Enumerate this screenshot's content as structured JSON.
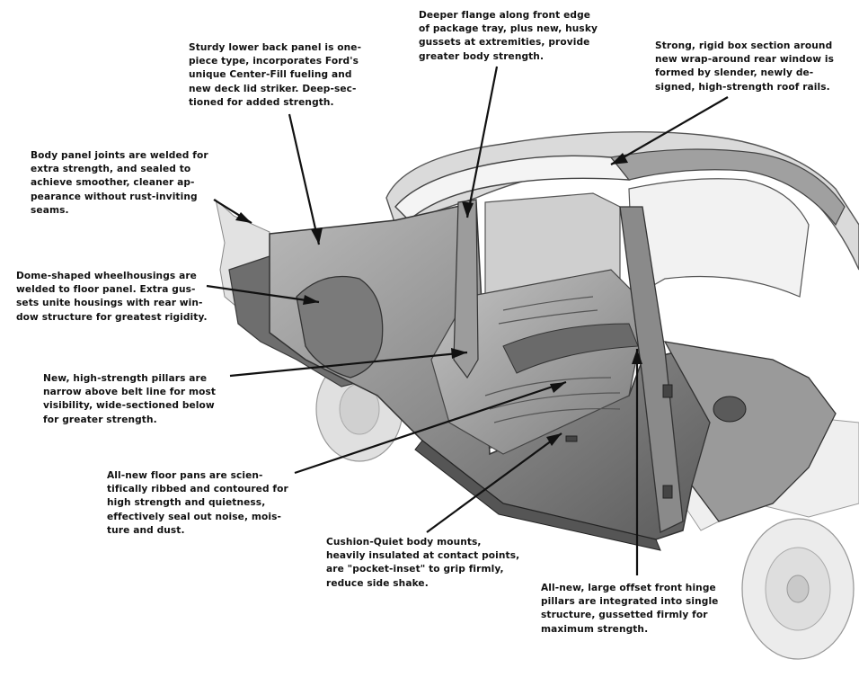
{
  "callouts": {
    "package_tray": "Deeper flange along front edge\nof package tray, plus new, husky\ngussets at extremities, provide\ngreater body strength.",
    "lower_back_panel": "Sturdy lower back panel is one-\npiece type, incorporates Ford's\nunique Center-Fill fueling and\nnew deck lid striker. Deep-sec-\ntioned for added strength.",
    "roof_rails": "Strong, rigid box section around\nnew wrap-around rear window is\nformed by slender, newly de-\nsigned, high-strength roof rails.",
    "panel_joints": "Body panel joints are welded for\nextra strength, and sealed to\nachieve smoother, cleaner ap-\npearance without rust-inviting\nseams.",
    "wheelhousings": "Dome-shaped wheelhousings are\nwelded to floor panel. Extra gus-\nsets unite housings with rear win-\ndow structure for greatest rigidity.",
    "pillars": "New, high-strength pillars are\nnarrow above belt line for most\nvisibility, wide-sectioned below\nfor greater strength.",
    "floor_pans": "All-new floor pans are scien-\ntifically ribbed and contoured for\nhigh strength and quietness,\neffectively seal out noise, mois-\nture and dust.",
    "body_mounts": "Cushion-Quiet body mounts,\nheavily insulated at contact points,\nare \"pocket-inset\" to grip firmly,\nreduce side shake.",
    "hinge_pillars": "All-new, large offset front hinge\npillars are integrated into single\nstructure, gussetted firmly for\nmaximum strength."
  },
  "colors": {
    "body_shell": "#8f8f8f",
    "body_shadow": "#4d4d4d",
    "floor": "#a8a8a8",
    "wheel": "#d6d6d6",
    "text": "#111111"
  }
}
